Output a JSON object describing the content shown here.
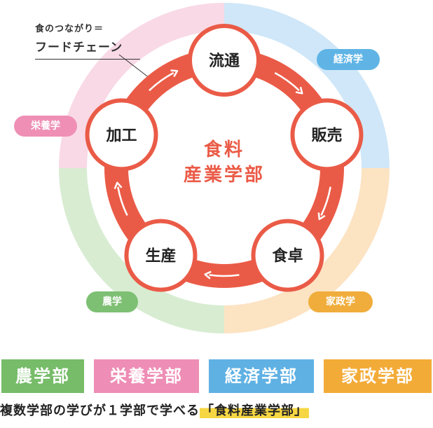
{
  "callout": {
    "subtitle": "食のつながり＝",
    "title": "フードチェーン"
  },
  "center": {
    "line1": "食料",
    "line2": "産業学部"
  },
  "nodes": [
    {
      "id": "distribution",
      "label": "流通"
    },
    {
      "id": "sales",
      "label": "販売"
    },
    {
      "id": "table",
      "label": "食卓"
    },
    {
      "id": "production",
      "label": "生産"
    },
    {
      "id": "processing",
      "label": "加工"
    }
  ],
  "fields": [
    {
      "id": "economics",
      "label": "経済学",
      "color": "#5fb4e5"
    },
    {
      "id": "nutrition",
      "label": "栄養学",
      "color": "#ef8fb5"
    },
    {
      "id": "agriculture",
      "label": "農学",
      "color": "#7dbf73"
    },
    {
      "id": "home-economics",
      "label": "家政学",
      "color": "#f0ad3b"
    }
  ],
  "ring_colors": {
    "economics": "#cfe7f8",
    "nutrition": "#f9d9e6",
    "agriculture": "#d8ecd2",
    "home-economics": "#fce3c2"
  },
  "chain_color": "#ea5b47",
  "departments": [
    {
      "id": "agriculture",
      "label": "農学部",
      "color": "#76bc69"
    },
    {
      "id": "nutrition",
      "label": "栄養学部",
      "color": "#ee8db5"
    },
    {
      "id": "economics",
      "label": "経済学部",
      "color": "#5fb1e3"
    },
    {
      "id": "home-economics",
      "label": "家政学部",
      "color": "#f3ab38"
    }
  ],
  "bottom": {
    "text": "複数学部の学びが１学部で学べる",
    "highlight": "「食料産業学部」"
  }
}
